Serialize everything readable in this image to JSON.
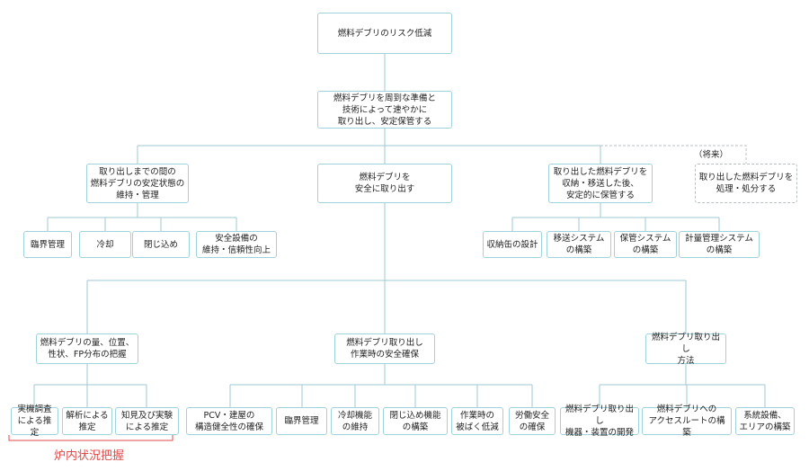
{
  "colors": {
    "box_border": "#9fd3db",
    "line": "#9fc9d1",
    "dashed": "#b9c0c4",
    "accent": "#e04848"
  },
  "root": "燃料デブリのリスク低減",
  "level1": "燃料デブリを周到な準備と\n技術によって速やかに\n取り出し、安定保管する",
  "l2": {
    "left": "取り出しまでの間の\n燃料デブリの安定状態の\n維持・管理",
    "center": "燃料デブリを\n安全に取り出す",
    "right": "取り出した燃料デブリを\n収納・移送した後、\n安定的に保管する",
    "future_tag": "（将来）",
    "future": "取り出した燃料デブリを\n処理・処分する"
  },
  "l3_left": [
    "臨界管理",
    "冷却",
    "閉じ込め",
    "安全設備の\n維持・信頼性向上"
  ],
  "l3_right": [
    "収納缶の設計",
    "移送システム\nの構築",
    "保管システム\nの構築",
    "計量管理システム\nの構築"
  ],
  "l4": {
    "a": "燃料デブリの量、位置、\n性状、FP分布の把握",
    "b": "燃料デブリ取り出し\n作業時の安全確保",
    "c": "燃料デブリ取り出し\n方法"
  },
  "l5_a": [
    "実機調査\nによる推定",
    "解析による\n推定",
    "知見及び実験\nによる推定"
  ],
  "l5_b": [
    "PCV・建屋の\n構造健全性の確保",
    "臨界管理",
    "冷却機能\nの維持",
    "閉じ込め機能\nの構築",
    "作業時の\n被ばく低減",
    "労働安全\nの確保"
  ],
  "l5_c": [
    "燃料デブリ取り出し\n機器・装置の開発",
    "燃料デブリへの\nアクセスルートの構築",
    "系統設備、\nエリアの構築"
  ],
  "red_label": "炉内状況把握"
}
